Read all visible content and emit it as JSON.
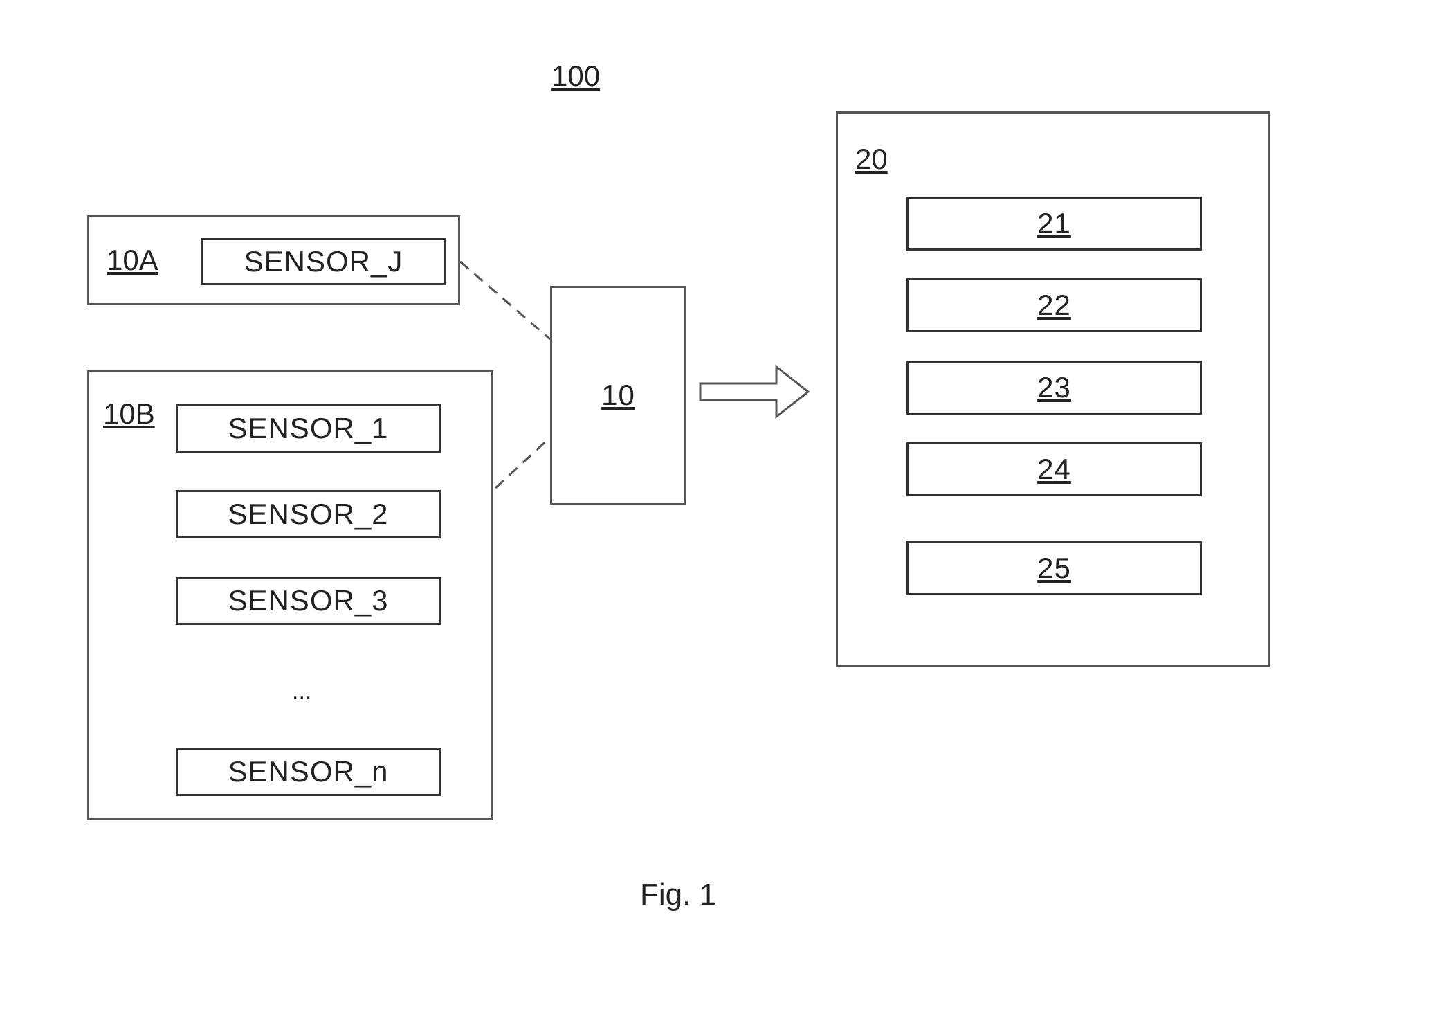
{
  "figure_ref": "100",
  "caption": "Fig. 1",
  "group_10a": {
    "label": "10A",
    "sensor": "SENSOR_J"
  },
  "group_10b": {
    "label": "10B",
    "sensors": [
      "SENSOR_1",
      "SENSOR_2",
      "SENSOR_3",
      "SENSOR_n"
    ],
    "ellipsis": "..."
  },
  "hub": {
    "label": "10"
  },
  "system_20": {
    "label": "20",
    "modules": [
      "21",
      "22",
      "23",
      "24",
      "25"
    ]
  }
}
